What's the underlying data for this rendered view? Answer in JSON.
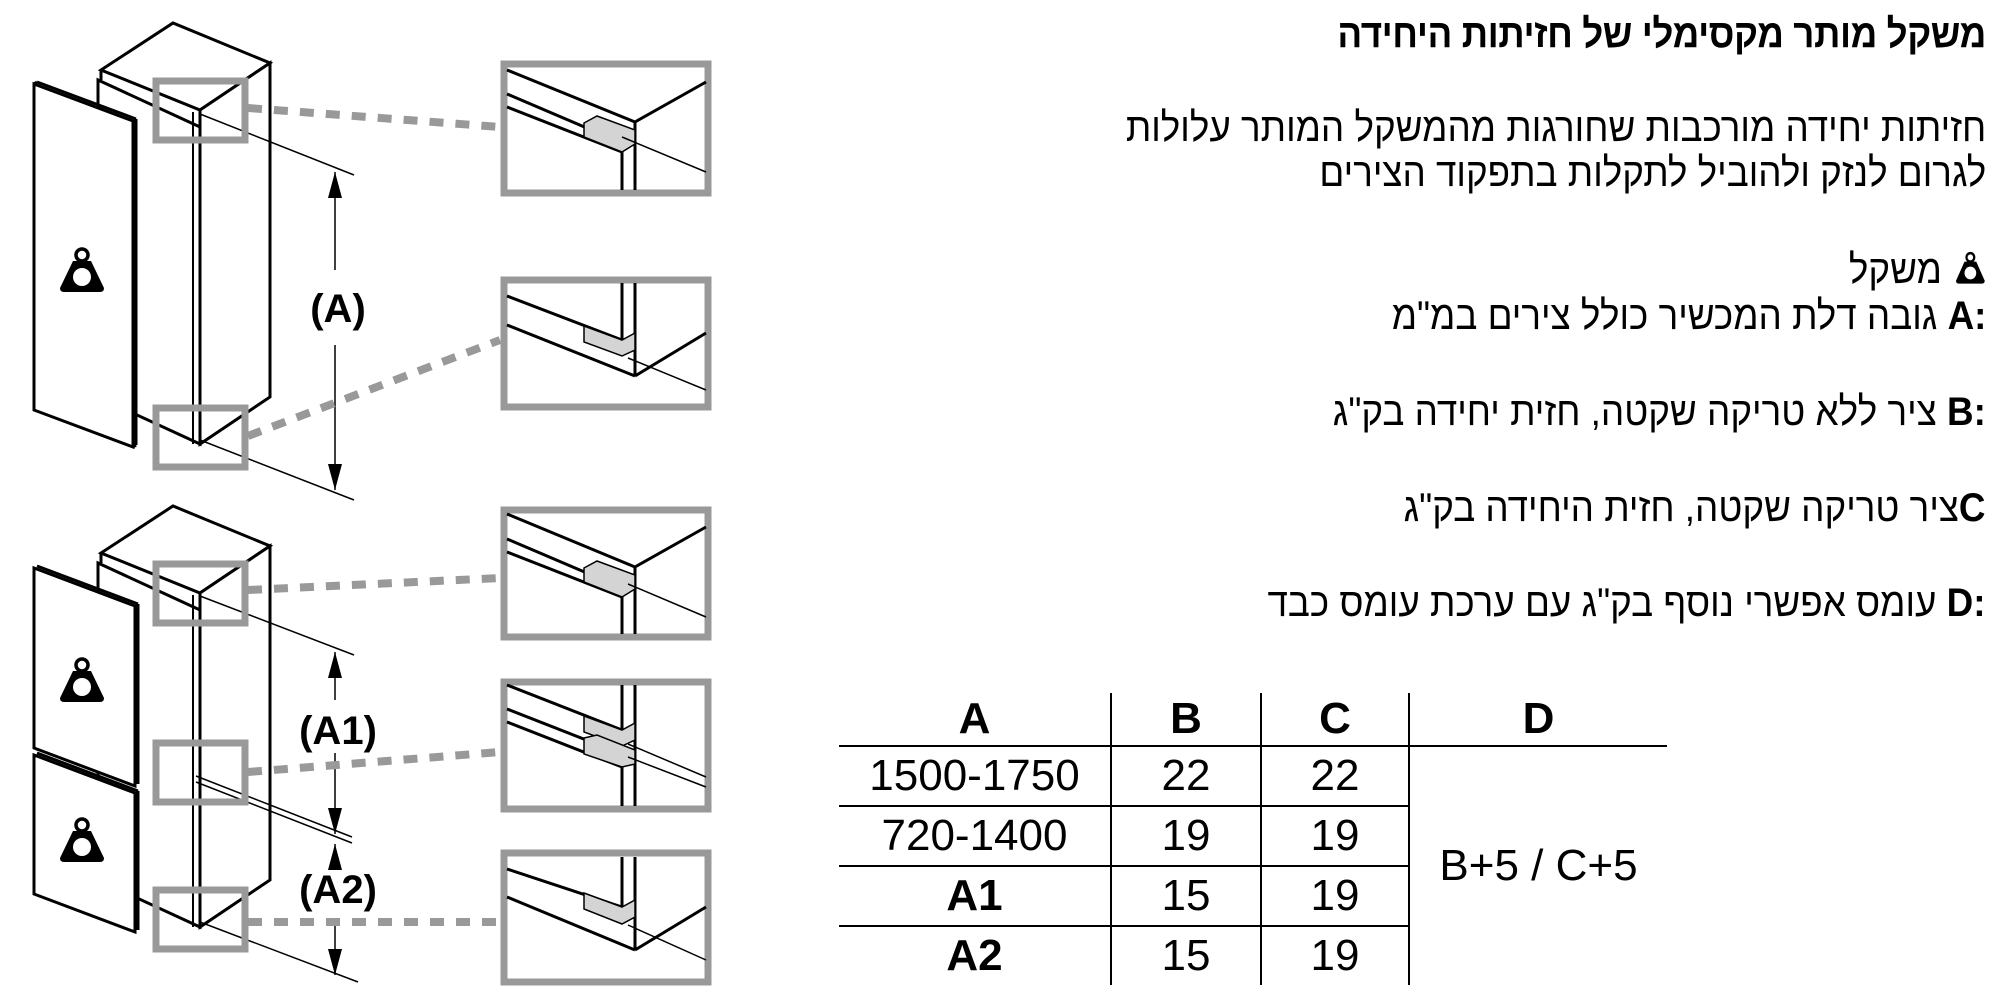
{
  "header": {
    "title": "משקל מותר מקסימלי של חזיתות היחידה"
  },
  "intro": {
    "line1": "חזיתות יחידה מורכבות שחורגות מהמשקל המותר עלולות",
    "line2": "לגרום לנזק ולהוביל לתקלות בתפקוד הצירים"
  },
  "legend": {
    "weight_icon": "weight-icon",
    "weight_label": "משקל",
    "items": [
      {
        "key": "A:",
        "text": "גובה דלת המכשיר כולל צירים במ\"מ"
      },
      {
        "key": "B:",
        "text": "ציר ללא טריקה שקטה, חזית יחידה בק\"ג"
      },
      {
        "key": "C",
        "text": "ציר טריקה שקטה, חזית היחידה בק\"ג"
      },
      {
        "key": "D:",
        "text": "עומס אפשרי נוסף בק\"ג עם ערכת עומס כבד"
      }
    ]
  },
  "diagram": {
    "top_label": "(A)",
    "bottom_label_1": "(A1)",
    "bottom_label_2": "(A2)",
    "frame_color": "#999999",
    "hinge_fill": "#d4d4d4"
  },
  "table": {
    "headers": [
      "A",
      "B",
      "C",
      "D"
    ],
    "rows": [
      {
        "a": "1500-1750",
        "b": "22",
        "c": "22",
        "a_bold": false
      },
      {
        "a": "720-1400",
        "b": "19",
        "c": "19",
        "a_bold": false
      },
      {
        "a": "A1",
        "b": "15",
        "c": "19",
        "a_bold": true
      },
      {
        "a": "A2",
        "b": "15",
        "c": "19",
        "a_bold": true
      }
    ],
    "d_value": "B+5 / C+5"
  }
}
